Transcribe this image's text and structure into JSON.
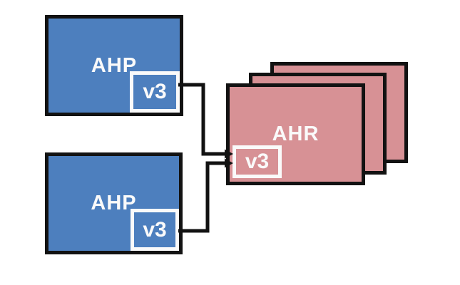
{
  "colors": {
    "node_blue": "#4d7fbe",
    "node_pink": "#d79195",
    "line_black": "#121212",
    "label_white": "#fafafa",
    "canvas_bg": "#ffffff"
  },
  "nodes": {
    "ahp_top": {
      "label": "AHP",
      "port_label": "v3"
    },
    "ahp_bottom": {
      "label": "AHP",
      "port_label": "v3"
    },
    "ahr": {
      "label": "AHR",
      "port_label": "v3",
      "stack_count": 3
    }
  },
  "connectors": [
    {
      "from": "ahp_top.port_v3",
      "to": "ahr.port_v3",
      "style": "elbow-arrow"
    },
    {
      "from": "ahp_bottom.port_v3",
      "to": "ahr.port_v3",
      "style": "elbow-arrow"
    }
  ]
}
